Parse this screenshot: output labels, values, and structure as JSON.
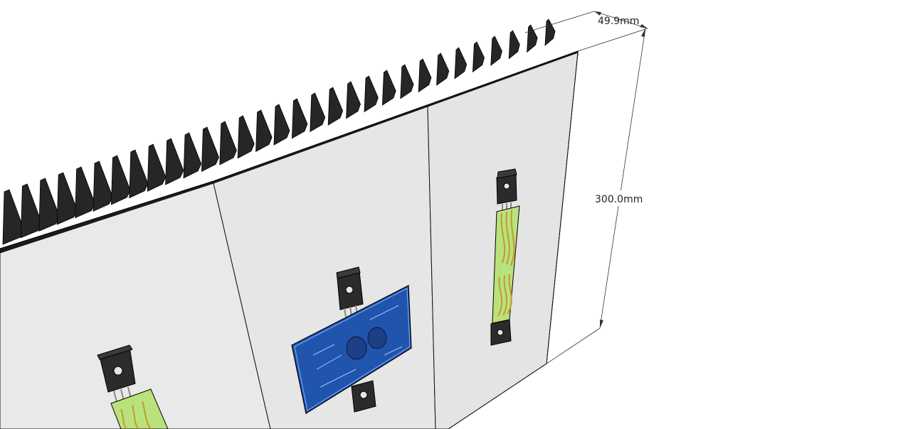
{
  "dimensions": {
    "depth_label": "49.9mm",
    "height_label": "300.0mm"
  },
  "colors": {
    "background": "#ffffff",
    "panel_face": "#e8e8e8",
    "panel_edge": "#d6d6d6",
    "heatsink_fins": "#262626",
    "outline": "#111111",
    "pcb_blue": "#1f4fa8",
    "pcb_green": "#b7e27a",
    "copper_trace": "#c9962a",
    "transistor_body": "#2a2a2a"
  },
  "objects": {
    "heatsink": "heatsink-fins",
    "panels": 3,
    "modules": [
      "left-transistor-pcb",
      "center-amplifier-pcb",
      "right-transistor-pcb"
    ]
  }
}
